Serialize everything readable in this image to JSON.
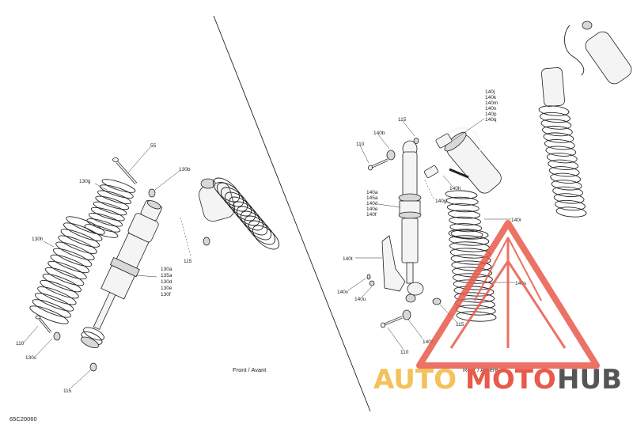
{
  "diagram": {
    "ref_code": "65C20060",
    "front_caption": "Front / Avant",
    "rear_caption": "Rear / Arrière",
    "labels": {
      "f_55": "55",
      "f_130b": "130b",
      "f_130g": "130g",
      "f_130h": "130h",
      "f_115a": "115",
      "f_130a": "130a",
      "f_135a": "135a",
      "f_130d": "130d",
      "f_130e": "130e",
      "f_130f": "130f",
      "f_110": "110",
      "f_130c": "130c",
      "f_115b": "115",
      "r_140j": "140j",
      "r_140k": "140k",
      "r_140m": "140m",
      "r_140n": "140n",
      "r_140p": "140p",
      "r_140q": "140q",
      "r_115a": "115",
      "r_140b": "140b",
      "r_110a": "110",
      "r_140a": "140a",
      "r_145a": "145a",
      "r_140d": "140d",
      "r_140e": "140e",
      "r_140f": "140f",
      "r_140g": "140g",
      "r_140h": "140h",
      "r_140r": "140r",
      "r_140t": "140t",
      "r_140v": "140v",
      "r_140u": "140u",
      "r_140s": "140s",
      "r_115b": "115",
      "r_140c": "140c",
      "r_110b": "110"
    }
  },
  "watermark": {
    "text_a": "AUTO",
    "text_b": "MOTO",
    "text_c": "HUB",
    "colors": {
      "auto": "#f4c15a",
      "moto": "#e85a4a",
      "hub": "#555555",
      "triangle": "#e85a4a"
    }
  }
}
